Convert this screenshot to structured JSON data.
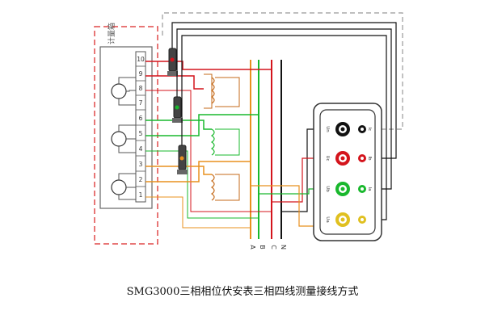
{
  "diagram": {
    "meter_box_label": "计量箱",
    "terminal_numbers": [
      "1",
      "2",
      "3",
      "4",
      "5",
      "6",
      "7",
      "8",
      "9",
      "10"
    ],
    "phase_labels": [
      "A",
      "B",
      "C",
      "N"
    ],
    "current_channel_labels": [
      "Ic",
      "Ib",
      "Ia"
    ],
    "voltage_channel_labels": [
      "Uc",
      "Ub",
      "Ua",
      "Un"
    ],
    "colors": {
      "phase_a": "#e8901e",
      "phase_b": "#19b82d",
      "phase_c": "#d4141c",
      "neutral": "#111111",
      "box_dash": "#e04848",
      "clamp_dash": "#999999",
      "coil": "#c46a1a"
    }
  },
  "caption": "SMG3000三相相位伏安表三相四线测量接线方式"
}
